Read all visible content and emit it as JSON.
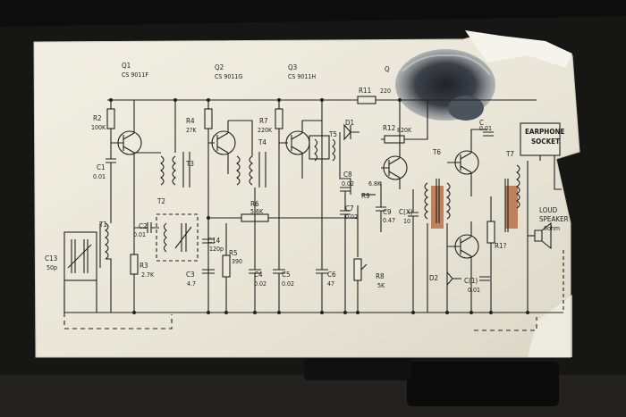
{
  "transistors": [
    {
      "ref": "Q1",
      "part": "CS 9011F"
    },
    {
      "ref": "Q2",
      "part": "CS 9011G"
    },
    {
      "ref": "Q3",
      "part": "CS 9011H"
    },
    {
      "ref": "Q",
      "part": ""
    }
  ],
  "components": {
    "R2": {
      "ref": "R2",
      "value": "100K"
    },
    "C1": {
      "ref": "C1",
      "value": "0.01"
    },
    "T1": {
      "ref": "T1"
    },
    "C13": {
      "ref": "C13",
      "value": "50p"
    },
    "C2": {
      "ref": "C2",
      "value": "0.01"
    },
    "R3": {
      "ref": "R3",
      "value": "2.7K"
    },
    "R4": {
      "ref": "R4",
      "value": "2?K"
    },
    "T2": {
      "ref": "T2"
    },
    "T3": {
      "ref": "T3"
    },
    "R7": {
      "ref": "R7",
      "value": "220K"
    },
    "T4": {
      "ref": "T4"
    },
    "T5": {
      "ref": "T5"
    },
    "D1": {
      "ref": "D1"
    },
    "R11": {
      "ref": "R11",
      "value": "220"
    },
    "R12": {
      "ref": "R12",
      "value": "820K"
    },
    "R6": {
      "ref": "R6",
      "value": "5.6K"
    },
    "C8": {
      "ref": "C8",
      "value": "0.02"
    },
    "R9": {
      "ref": "R9",
      "value": "6.8K"
    },
    "C7": {
      "ref": "C7",
      "value": "0.02"
    },
    "C9": {
      "ref": "C9",
      "value": "0.47"
    },
    "C10": {
      "ref": "C(X)",
      "value": "10"
    },
    "T6": {
      "ref": "T6"
    },
    "T7": {
      "ref": "T7"
    },
    "C14": {
      "ref": "C14",
      "value": "120p"
    },
    "R5": {
      "ref": "R5",
      "value": "390"
    },
    "C3": {
      "ref": "C3",
      "value": "4.7"
    },
    "C4": {
      "ref": "C4",
      "value": "0.02"
    },
    "C5": {
      "ref": "C5",
      "value": "0.02"
    },
    "C6": {
      "ref": "C6",
      "value": "47"
    },
    "R8": {
      "ref": "R8",
      "value": "5K"
    },
    "D2": {
      "ref": "D2"
    },
    "C11": {
      "ref": "C(1)",
      "value": "0.01"
    },
    "R10": {
      "ref": "R1?"
    },
    "C12": {
      "ref": "C",
      "value": "0.01"
    }
  },
  "earphone": {
    "line1": "EARPHONE",
    "line2": "SOCKET"
  },
  "speaker": {
    "line1": "LOUD",
    "line2": "SPEAKER",
    "line3": "8ohm"
  },
  "colors": {
    "background": "#141413",
    "card": "#ece9dc",
    "ink": "#1d1d1d",
    "burn": "#2b2f35",
    "copper": "#c27a52"
  }
}
